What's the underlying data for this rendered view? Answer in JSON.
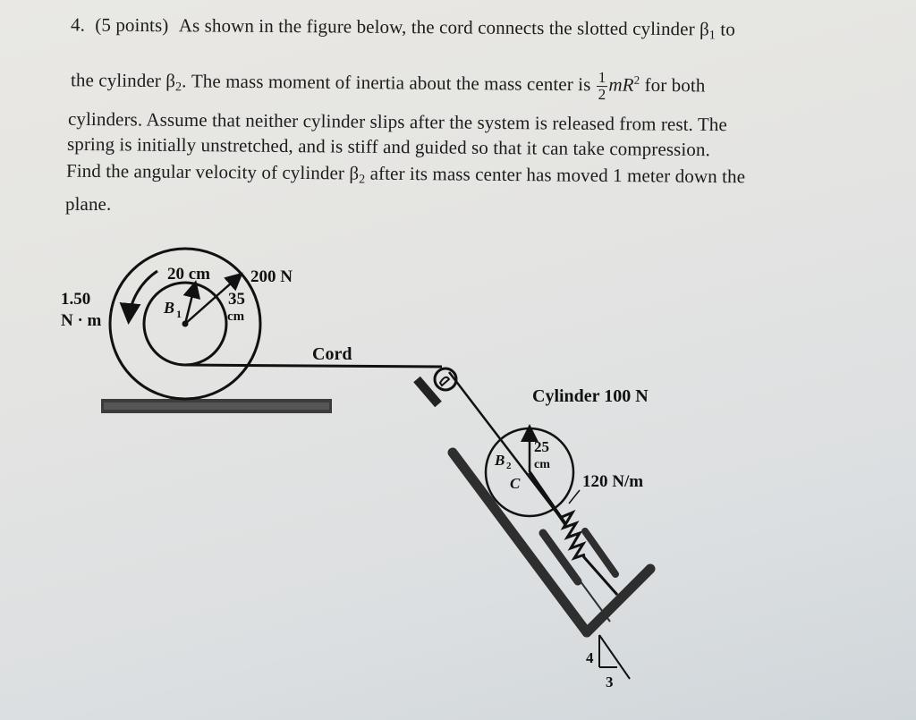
{
  "problem": {
    "number": "4.",
    "points": "(5 points)",
    "lines": {
      "l1_a": "As shown in the figure below, the cord connects the slotted cylinder β",
      "l1_sub": "1",
      "l1_b": " to",
      "l2_a": "the cylinder β",
      "l2_sub": "2",
      "l2_b": ".  The mass moment of inertia about the mass center is ",
      "l2_frac_num": "1",
      "l2_frac_den": "2",
      "l2_m": "mR",
      "l2_sup": "2",
      "l2_c": " for both",
      "l3": "cylinders.   Assume that neither cylinder slips after the system is released from rest.  The",
      "l4": "spring is initially unstretched, and is stiff and guided so that it can take compression.",
      "l5_a": "Find the angular velocity of cylinder β",
      "l5_sub": "2",
      "l5_b": " after its mass center has moved 1 meter down the",
      "l6": "plane."
    }
  },
  "figure": {
    "cylinder1": {
      "label": "B",
      "label_sub": "1",
      "inner_radius": "20 cm",
      "outer_radius_value": "35",
      "outer_radius_unit": "cm",
      "force": "200 N",
      "moment_value": "1.50",
      "moment_unit": "N · m"
    },
    "cord_label": "Cord",
    "cylinder2": {
      "title": "Cylinder 100 N",
      "label": "B",
      "label_sub": "2",
      "center_label": "C",
      "radius_value": "25",
      "radius_unit": "cm"
    },
    "spring": {
      "stiffness": "120 N/m"
    },
    "slope": {
      "rise": "4",
      "run": "3"
    }
  },
  "colors": {
    "ink": "#1c1c1c",
    "paper": "#e6e6e3",
    "hatch": "#3a3a3a"
  }
}
